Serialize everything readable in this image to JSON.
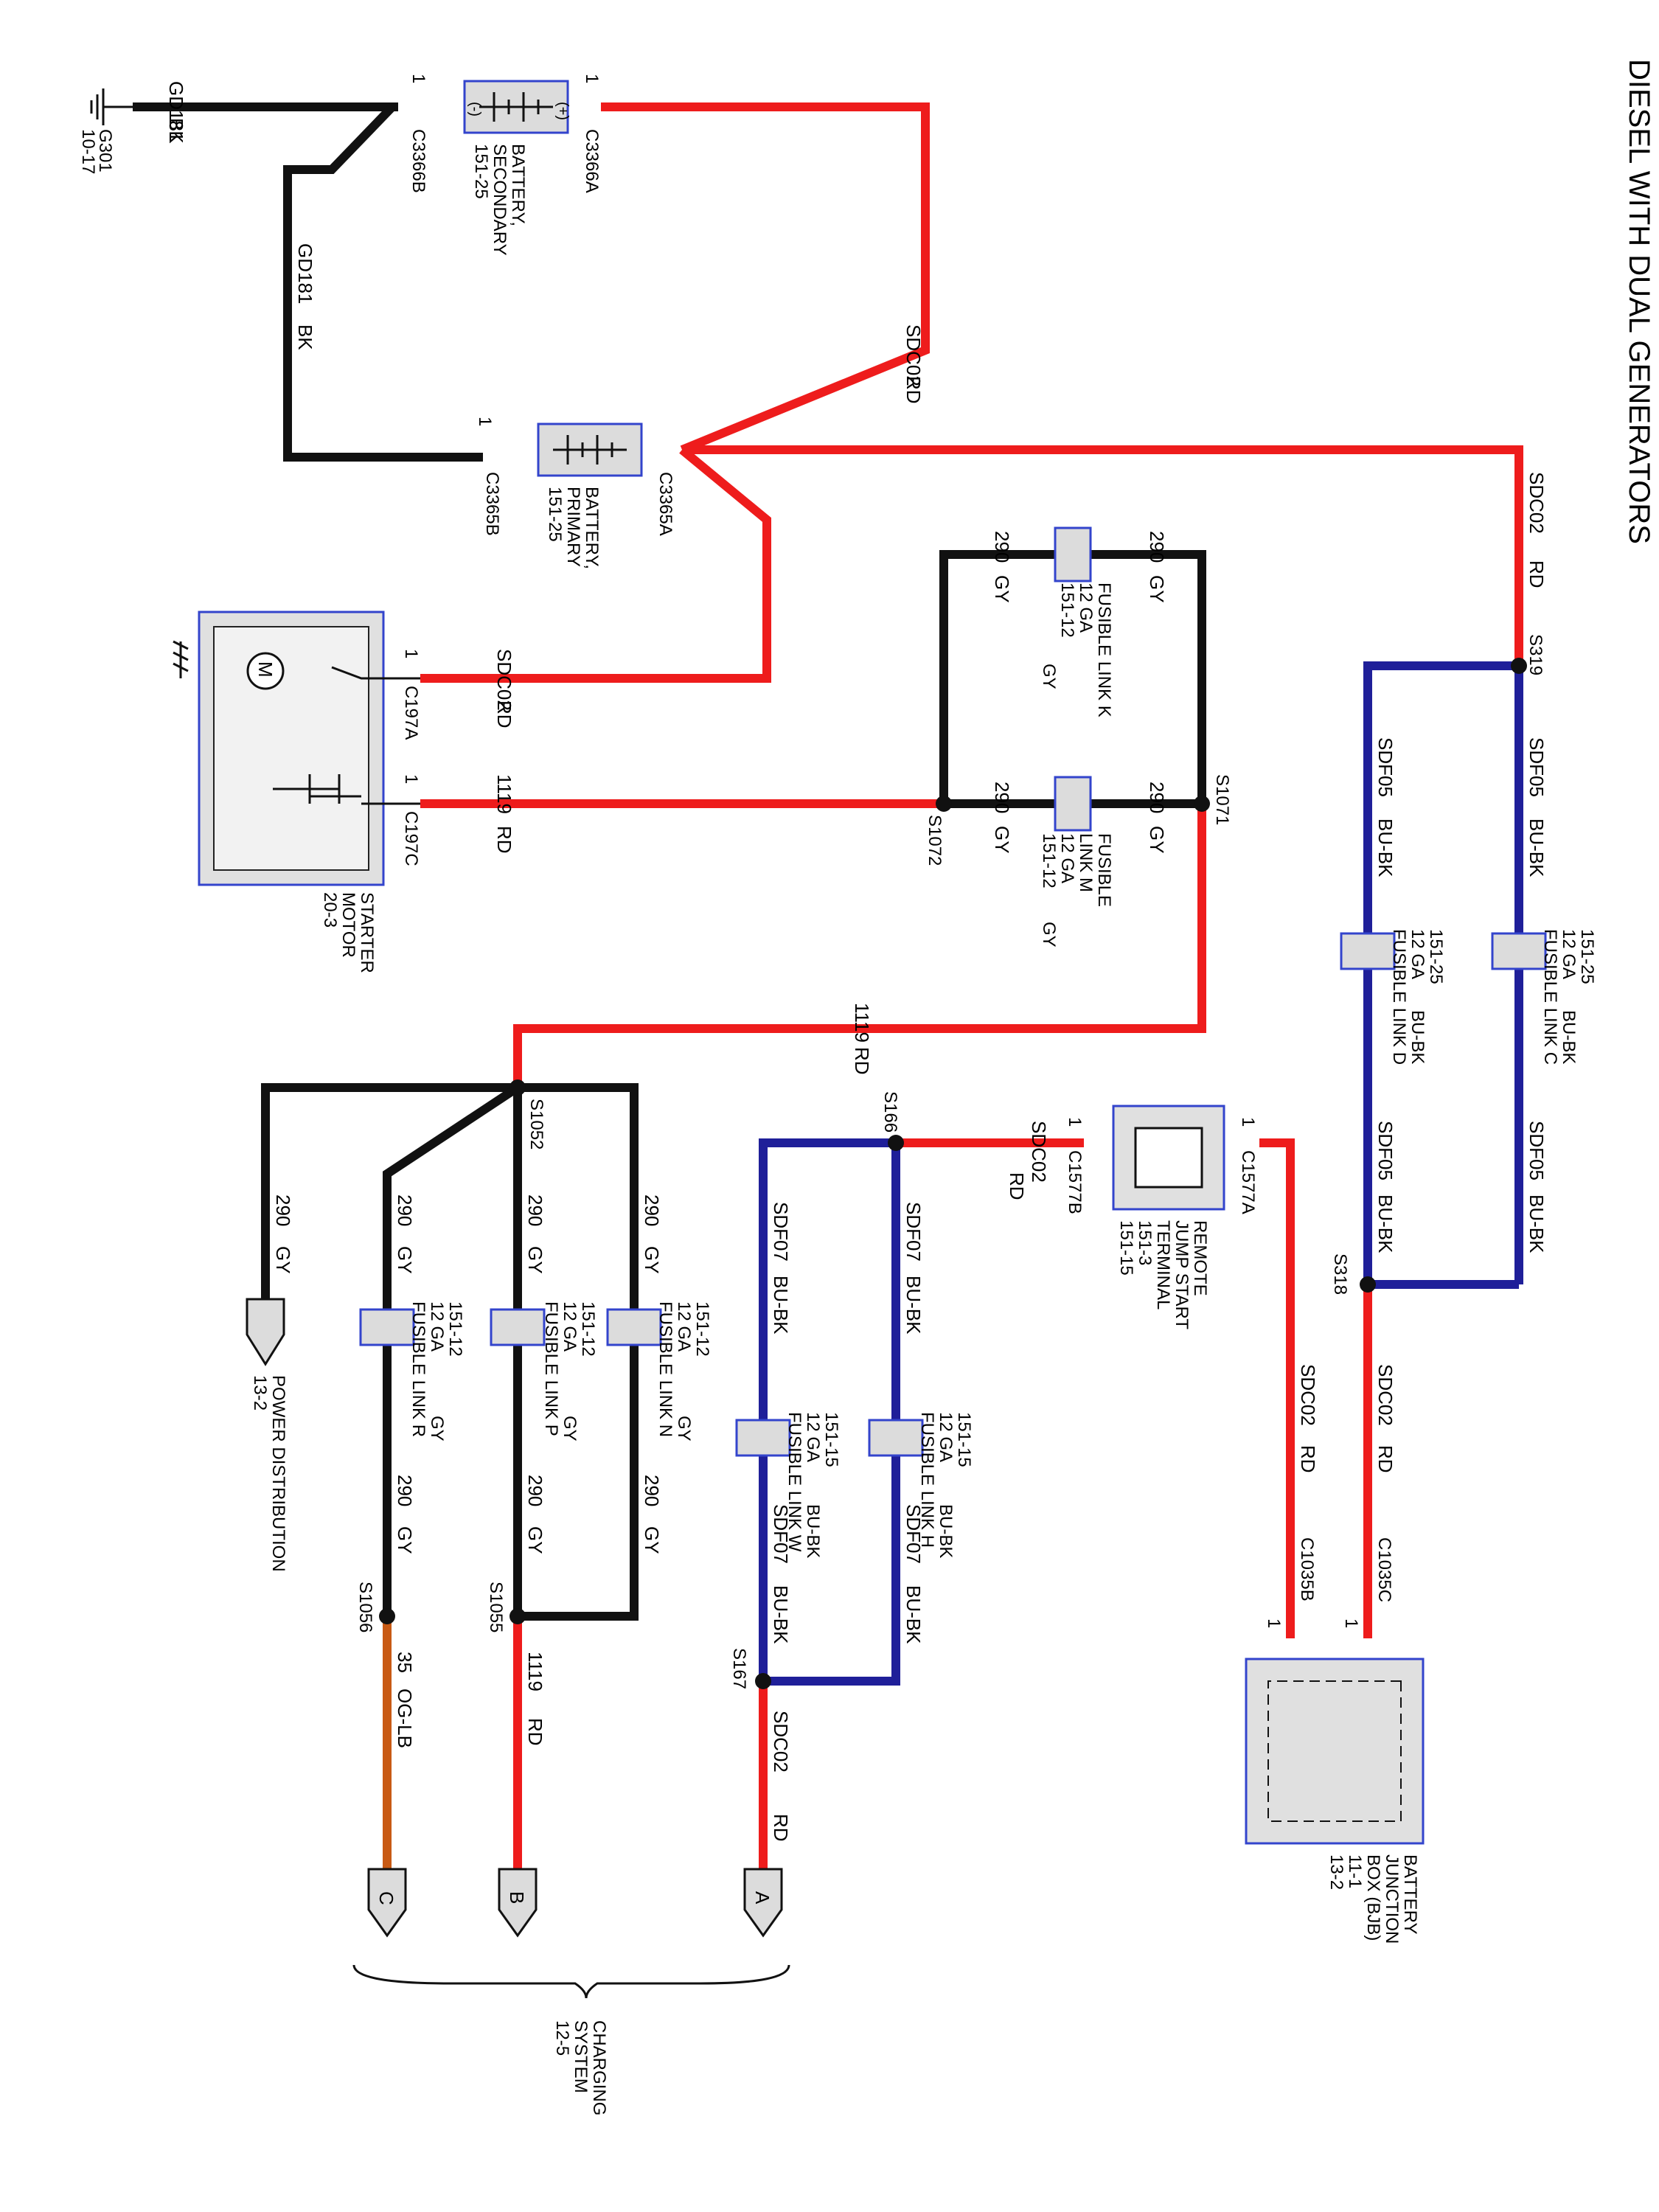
{
  "title": "DIESEL WITH DUAL GENERATORS",
  "colors": {
    "red": "#ee1c1c",
    "black": "#111111",
    "blue": "#1f1f99",
    "orange": "#c85a14",
    "component_border": "#3344cc",
    "fuse_fill": "#dcdcdc"
  },
  "wires": {
    "gd181": "GD181",
    "bk": "BK",
    "sdc02": "SDC02",
    "rd": "RD",
    "w290": "290",
    "gy": "GY",
    "w1119": "1119",
    "sdf05": "SDF05",
    "sdf07": "SDF07",
    "bubk": "BU-BK",
    "w35": "35",
    "oglb": "OG-LB"
  },
  "ground": {
    "name": "G301",
    "ref": "10-17"
  },
  "battery_secondary": {
    "lines": [
      "BATTERY,",
      "SECONDARY",
      "151-25"
    ]
  },
  "battery_primary": {
    "lines": [
      "BATTERY,",
      "PRIMARY",
      "151-25"
    ]
  },
  "starter_motor": {
    "lines": [
      "STARTER",
      "MOTOR",
      "20-3"
    ]
  },
  "remote_jump": {
    "lines": [
      "REMOTE",
      "JUMP START",
      "TERMINAL",
      "151-3",
      "151-15"
    ]
  },
  "bjb": {
    "lines": [
      "BATTERY",
      "JUNCTION",
      "BOX (BJB)",
      "11-1",
      "13-2"
    ]
  },
  "power_dist": {
    "lines": [
      "POWER DISTRIBUTION",
      "13-2"
    ]
  },
  "charging": {
    "lines": [
      "CHARGING",
      "SYSTEM",
      "12-5"
    ]
  },
  "connectors": {
    "c3366a": "C3366A",
    "c3366b": "C3366B",
    "c3365a": "C3365A",
    "c3365b": "C3365B",
    "c197a": "C197A",
    "c197c": "C197C",
    "c1577a": "C1577A",
    "c1577b": "C1577B",
    "c1035b": "C1035B",
    "c1035c": "C1035C",
    "pin": "1"
  },
  "splices": {
    "s319": "S319",
    "s318": "S318",
    "s1071": "S1071",
    "s1072": "S1072",
    "s1052": "S1052",
    "s1055": "S1055",
    "s1056": "S1056",
    "s166": "S166",
    "s167": "S167"
  },
  "fuses": {
    "k": {
      "lines": [
        "FUSIBLE LINK K",
        "12 GA",
        "151-12"
      ],
      "color": "GY"
    },
    "m": {
      "lines": [
        "FUSIBLE",
        "LINK M",
        "12 GA",
        "151-12"
      ],
      "color": "GY"
    },
    "c": {
      "lines": [
        "FUSIBLE LINK C",
        "12 GA",
        "151-25"
      ],
      "color": "BU-BK"
    },
    "d": {
      "lines": [
        "FUSIBLE LINK D",
        "12 GA",
        "151-25"
      ],
      "color": "BU-BK"
    },
    "n": {
      "lines": [
        "FUSIBLE LINK N",
        "12 GA",
        "151-12"
      ],
      "color": "GY"
    },
    "p": {
      "lines": [
        "FUSIBLE LINK P",
        "12 GA",
        "151-12"
      ],
      "color": "GY"
    },
    "r": {
      "lines": [
        "FUSIBLE LINK R",
        "12 GA",
        "151-12"
      ],
      "color": "GY"
    },
    "h": {
      "lines": [
        "FUSIBLE LINK H",
        "12 GA",
        "151-15"
      ],
      "color": "BU-BK"
    },
    "w": {
      "lines": [
        "FUSIBLE LINK W",
        "12 GA",
        "151-15"
      ],
      "color": "BU-BK"
    }
  },
  "terminals": {
    "a": "A",
    "b": "B",
    "c": "C"
  }
}
